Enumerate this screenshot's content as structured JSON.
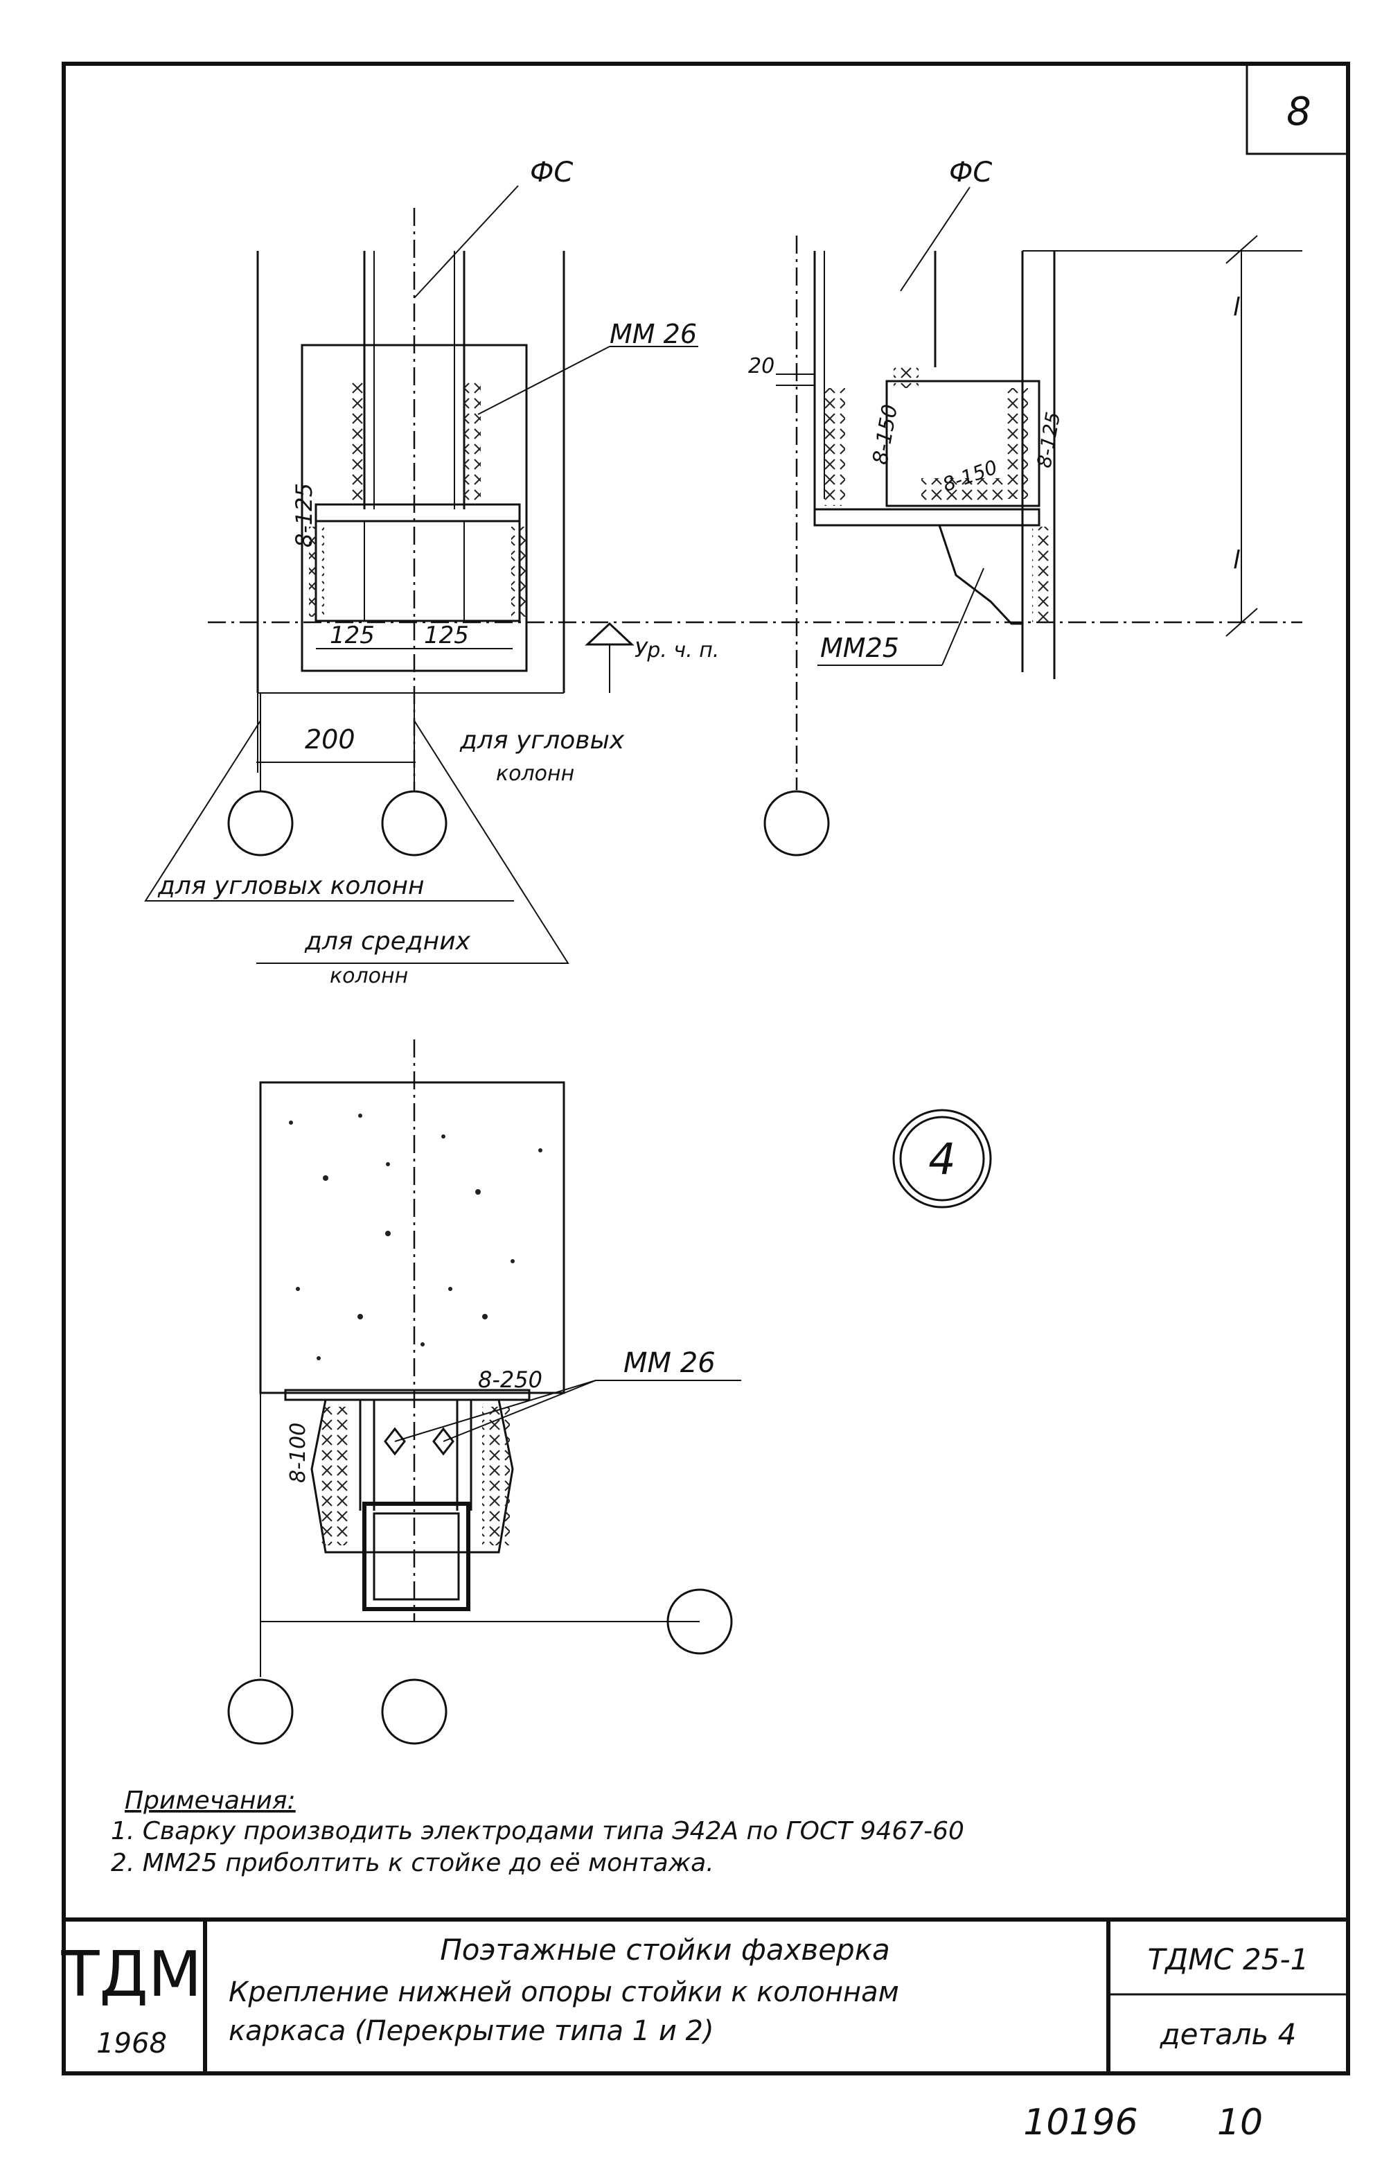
{
  "sheet": {
    "sheet_number": "8",
    "detail_number": "4"
  },
  "callouts": {
    "fc_left": "ФС",
    "fc_right": "ФС",
    "mm26_top": "ММ 26",
    "mm25": "ММ25",
    "mm26_bottom": "ММ 26",
    "level_mark": "Ур. ч. п."
  },
  "dimensions": {
    "weld_8_125": "8-125",
    "dim_125_left": "125",
    "dim_125_right": "125",
    "dim_200": "200",
    "dim_20": "20",
    "weld_8_150_a": "8-150",
    "weld_8_150_b": "8-150",
    "weld_8_125_b": "8-125",
    "weld_8_250": "8-250",
    "weld_8_100": "8-100",
    "l_marks": "l"
  },
  "labels": {
    "corner_columns_short_1": "для угловых",
    "corner_columns_short_2": "колонн",
    "corner_columns": "для угловых колонн",
    "middle_columns_1": "для средних",
    "middle_columns_2": "колонн"
  },
  "notes": {
    "heading": "Примечания:",
    "items": [
      "1. Сварку производить электродами типа Э42А по ГОСТ 9467-60",
      "2. ММ25 приболтить к стойке до её монтажа."
    ]
  },
  "title_block": {
    "org": "ТДМ",
    "year": "1968",
    "title_line1": "Поэтажные стойки фахверка",
    "title_line2": "Крепление нижней опоры стойки к колоннам",
    "title_line3": "каркаса (Перекрытие типа 1 и 2)",
    "code": "ТДМС 25-1",
    "detail": "деталь 4"
  },
  "footer": {
    "inventory_number": "10196",
    "page": "10"
  }
}
